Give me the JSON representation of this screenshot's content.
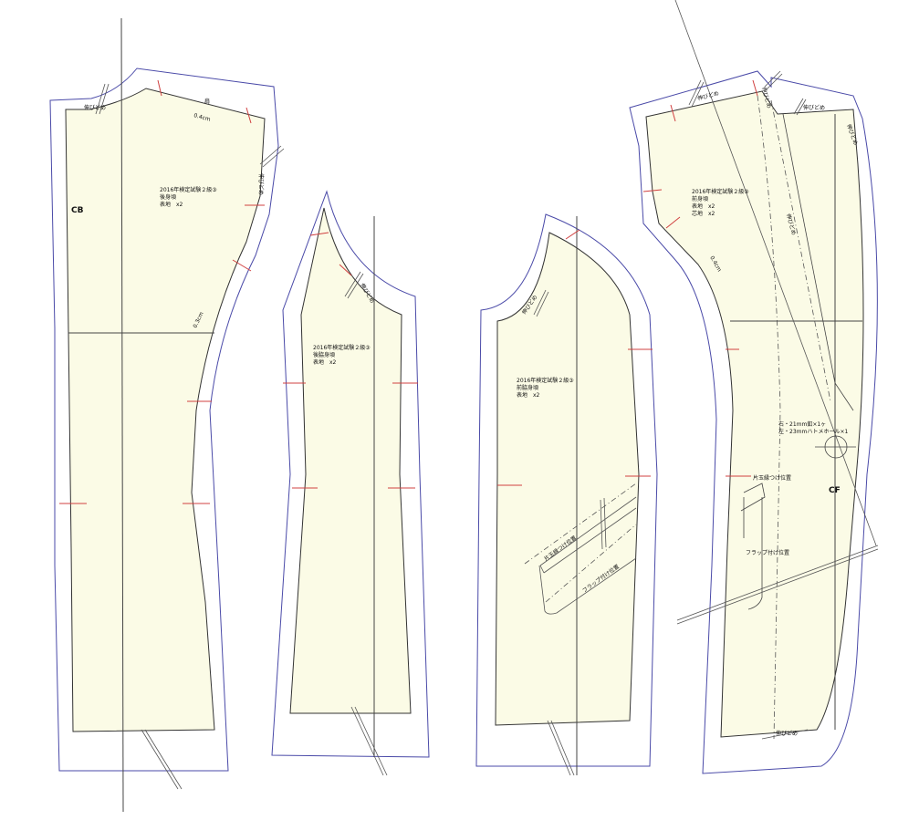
{
  "pieces": {
    "back": {
      "title": "2016年検定試験２級③",
      "name": "後身頃",
      "fabric": "表地　x2",
      "cb": "CB",
      "shoulder": "肩",
      "ease1": "0.4cm",
      "ease2": "0.3cm",
      "stay1": "伸びどめ",
      "stay2": "伸びどめ"
    },
    "back_side": {
      "title": "2016年検定試験２級③",
      "name": "後脇身頃",
      "fabric": "表地　x2",
      "stay": "伸びどめ"
    },
    "front_side": {
      "title": "2016年検定試験２級③",
      "name": "前脇身頃",
      "fabric": "表地　x2",
      "stay": "伸びどめ",
      "welt": "片玉縁つけ位置",
      "flap": "フラップ付け位置"
    },
    "front": {
      "title": "2016年検定試験２級③",
      "name": "前身頃",
      "fabric": "表地　x2",
      "interfacing": "芯地　x2",
      "button_right": "右・21mm釦×1ヶ",
      "button_left": "左・23mmハトメホール×1",
      "cf": "CF",
      "welt": "片玉縁つけ位置",
      "flap": "フラップ付け位置",
      "ease": "0.4cm",
      "stay1": "伸びどめ",
      "stay2": "伸びどめ",
      "stay3": "伸びどめ",
      "stay4": "伸びどめ",
      "stay5": "伸びどめ",
      "stay6": "伸びどめ"
    }
  },
  "colors": {
    "fabric": "#fbfbe6",
    "cut_line": "#4a4aa8",
    "notch": "#d04040"
  }
}
